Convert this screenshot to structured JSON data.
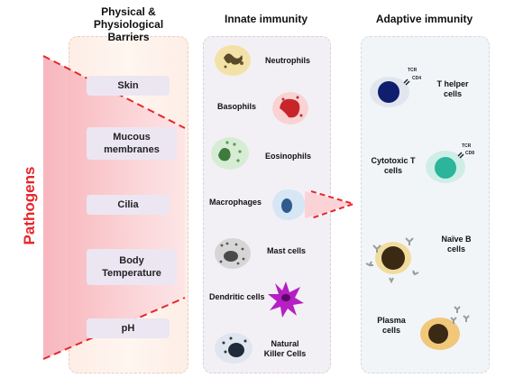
{
  "headers": {
    "barriers": "Physical &\nPhysiological  Barriers",
    "innate": "Innate immunity",
    "adaptive": "Adaptive immunity"
  },
  "side_label": "Pathogens",
  "barriers": [
    "Skin",
    "Mucous membranes",
    "Cilia",
    "Body Temperature",
    "pH"
  ],
  "innate_cells": [
    "Neutrophils",
    "Basophils",
    "Eosinophils",
    "Macrophages",
    "Mast cells",
    "Dendritic cells",
    "Natural Killer Cells"
  ],
  "adaptive_cells": [
    "T helper cells",
    "Cytotoxic T cells",
    "Naïve B cells",
    "Plasma cells"
  ],
  "receptor_labels": {
    "tcr": "TCR",
    "cd4": "CD4",
    "cd8": "CD8"
  },
  "colors": {
    "pathogen_red": "#e8262b",
    "arrow_pink": "#f9c6cc"
  }
}
